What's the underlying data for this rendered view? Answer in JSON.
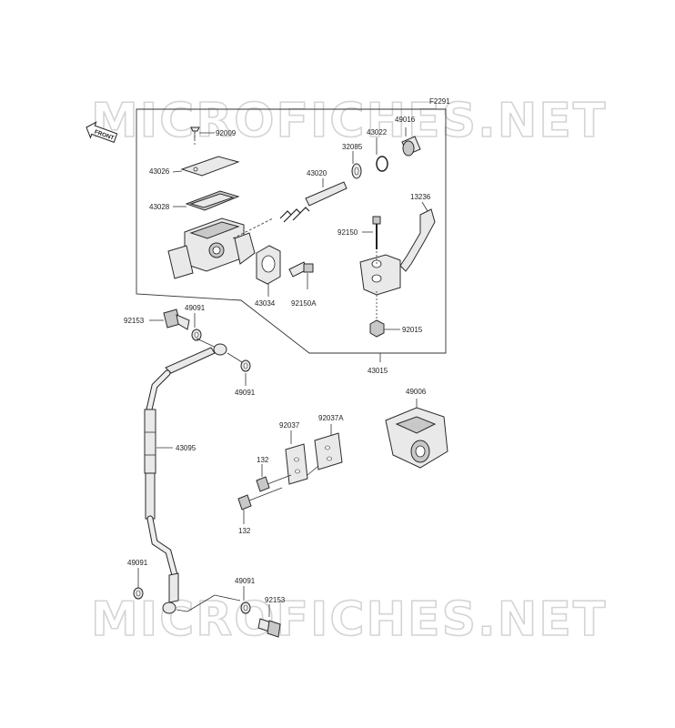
{
  "figure_code": "F2291",
  "front_badge": "FRONT",
  "watermarks": [
    "MICROFICHES.NET",
    "MICROFICHES.NET"
  ],
  "labels": {
    "p92009": "92009",
    "p43026": "43026",
    "p43028": "43028",
    "p43020": "43020",
    "p32085": "32085",
    "p43022": "43022",
    "p49016": "49016",
    "p13236": "13236",
    "p92150": "92150",
    "p43034": "43034",
    "p92150A": "92150A",
    "p92015": "92015",
    "p43015": "43015",
    "p92153_top": "92153",
    "p49091_a": "49091",
    "p49091_b": "49091",
    "p43095": "43095",
    "p49006": "49006",
    "p92037": "92037",
    "p92037A": "92037A",
    "p132_a": "132",
    "p132_b": "132",
    "p49091_c": "49091",
    "p49091_d": "49091",
    "p92153_bot": "92153"
  }
}
